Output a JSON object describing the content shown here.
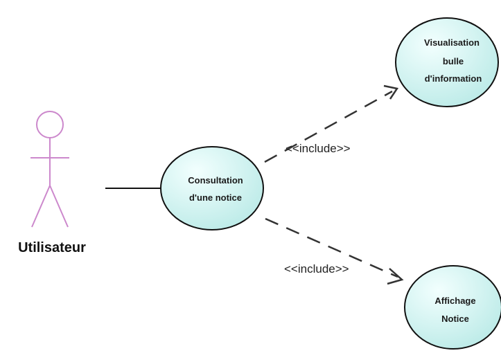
{
  "actor": {
    "name": "Utilisateur"
  },
  "use_cases": {
    "consultation": {
      "line1": "Consultation",
      "line2": "d'une notice"
    },
    "visualisation": {
      "line1": "Visualisation",
      "line2": "bulle",
      "line3": "d'information"
    },
    "affichage": {
      "line1": "Affichage",
      "line2": "Notice"
    }
  },
  "relations": {
    "include_top": "<<include>>",
    "include_bottom": "<<include>>"
  },
  "colors": {
    "actor": "#cc88cc",
    "use_case_fill": "#d6f6f4",
    "use_case_stroke": "#111111",
    "association": "#111111",
    "dependency": "#333333"
  }
}
